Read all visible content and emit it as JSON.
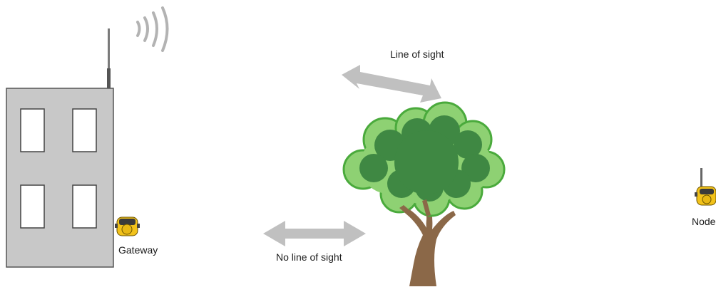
{
  "labels": {
    "gateway": "Gateway",
    "node": "Node",
    "line_of_sight": "Line of sight",
    "no_line_of_sight": "No line of sight"
  },
  "icons": {
    "building": "building-icon",
    "antenna": "antenna-icon",
    "radio_waves": "radio-waves-icon",
    "gateway_device": "gateway-device-icon",
    "node_device": "node-device-icon",
    "tree": "tree-icon",
    "arrow": "double-arrow-icon"
  },
  "colors": {
    "building_fill": "#c8c8c8",
    "building_stroke": "#555555",
    "waves": "#b3b3b3",
    "arrow": "#c0c0c0",
    "foliage_light": "#8ed173",
    "foliage_outline": "#4aaa3c",
    "foliage_dark": "#3f8843",
    "trunk": "#8b6848",
    "device_body": "#f2c21a"
  }
}
